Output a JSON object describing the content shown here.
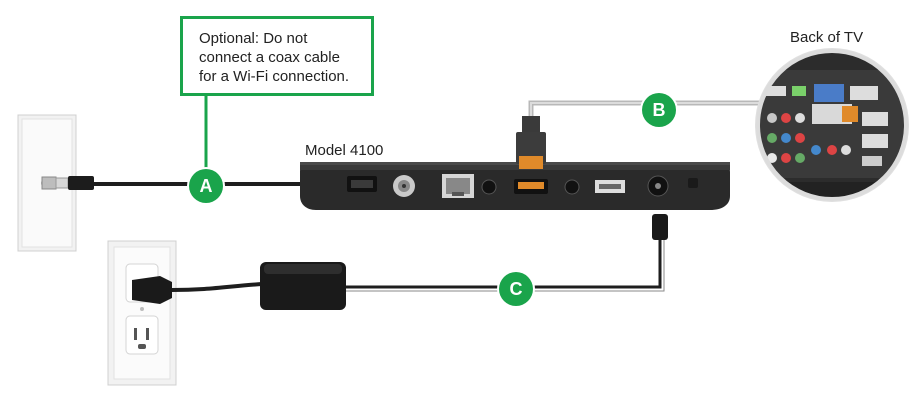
{
  "callout": {
    "lines": [
      "Optional: Do not",
      "connect a coax cable",
      "for a Wi-Fi connection."
    ]
  },
  "labels": {
    "model": "Model 4100",
    "back_of_tv": "Back of TV"
  },
  "badges": {
    "a": "A",
    "b": "B",
    "c": "C"
  },
  "colors": {
    "accent_green": "#1aa44b",
    "device_body": "#2a2a2a",
    "cable_dark": "#1e1e1e",
    "cable_gray": "#b8b8b8",
    "hdmi_orange": "#e08a2a",
    "wall_plate": "#f2f2f2"
  },
  "icons": [
    "coax-wall-outlet-icon",
    "power-wall-outlet-icon",
    "power-adapter-icon",
    "hdmi-connector-icon",
    "tv-back-panel-icon"
  ]
}
